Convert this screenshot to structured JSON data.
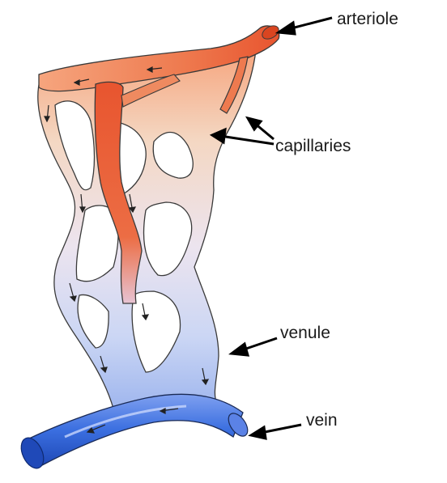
{
  "labels": {
    "arteriole": "arteriole",
    "capillaries": "capillaries",
    "venule": "venule",
    "vein": "vein"
  },
  "colors": {
    "artery": "#e8552f",
    "artery_light": "#f6a57e",
    "capillary": "#f4d7c2",
    "capillary_mid": "#e7dfee",
    "venule": "#c9d3f3",
    "vein": "#3b6fe0",
    "vein_dark": "#1f49b8",
    "outline": "#3a3a3a"
  },
  "icons": [
    "arrow-pointer-icon",
    "flow-direction-icon"
  ]
}
